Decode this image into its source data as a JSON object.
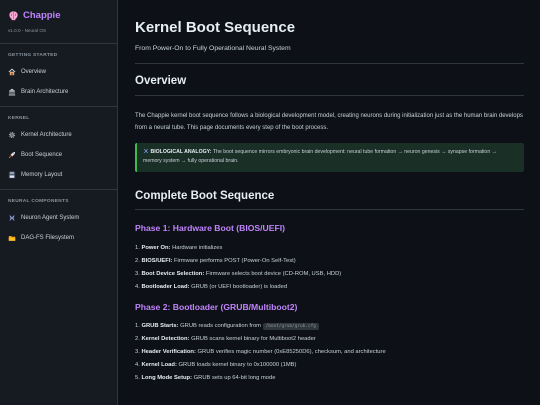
{
  "app": {
    "title": "Chappie",
    "version": "v1.0.0 - Neural OS"
  },
  "sidebar": {
    "sections": [
      {
        "heading": "GETTING STARTED",
        "items": [
          {
            "label": "Overview",
            "icon": "house-icon"
          },
          {
            "label": "Brain Architecture",
            "icon": "building-icon"
          }
        ]
      },
      {
        "heading": "KERNEL",
        "items": [
          {
            "label": "Kernel Architecture",
            "icon": "gear-icon"
          },
          {
            "label": "Boot Sequence",
            "icon": "rocket-icon"
          },
          {
            "label": "Memory Layout",
            "icon": "floppy-icon"
          }
        ]
      },
      {
        "heading": "NEURAL COMPONENTS",
        "items": [
          {
            "label": "Neuron Agent System",
            "icon": "dna-icon"
          },
          {
            "label": "DAG-FS Filesystem",
            "icon": "folder-icon"
          }
        ]
      }
    ]
  },
  "page": {
    "title": "Kernel Boot Sequence",
    "subtitle": "From Power-On to Fully Operational Neural System"
  },
  "overview": {
    "heading": "Overview",
    "paragraph": "The Chappie kernel boot sequence follows a biological development model, creating neurons during initialization just as the human brain develops from a neural tube. This page documents every step of the boot process.",
    "callout_label": "BIOLOGICAL ANALOGY:",
    "callout_text": "The boot sequence mirrors embryonic brain development: neural tube formation → neuron genesis → synapse formation → memory system → fully operational brain."
  },
  "sequence": {
    "heading": "Complete Boot Sequence",
    "phases": [
      {
        "title": "Phase 1: Hardware Boot (BIOS/UEFI)",
        "steps": [
          {
            "label": "Power On:",
            "text": "Hardware initializes"
          },
          {
            "label": "BIOS/UEFI:",
            "text": "Firmware performs POST (Power-On Self-Test)"
          },
          {
            "label": "Boot Device Selection:",
            "text": "Firmware selects boot device (CD-ROM, USB, HDD)"
          },
          {
            "label": "Bootloader Load:",
            "text": "GRUB (or UEFI bootloader) is loaded"
          }
        ]
      },
      {
        "title": "Phase 2: Bootloader (GRUB/Multiboot2)",
        "steps": [
          {
            "label": "GRUB Starts:",
            "text": "GRUB reads configuration from",
            "code": "/boot/grub/grub.cfg"
          },
          {
            "label": "Kernel Detection:",
            "text": "GRUB scans kernel binary for Multiboot2 header"
          },
          {
            "label": "Header Verification:",
            "text": "GRUB verifies magic number (0xE85250D6), checksum, and architecture"
          },
          {
            "label": "Kernel Load:",
            "text": "GRUB loads kernel binary to 0x100000 (1MB)"
          },
          {
            "label": "Long Mode Setup:",
            "text": "GRUB sets up 64-bit long mode"
          }
        ]
      }
    ]
  },
  "colors": {
    "accent": "#c084fc",
    "callout_border": "#3fb950",
    "background": "#0d1117",
    "sidebar": "#161b22"
  }
}
